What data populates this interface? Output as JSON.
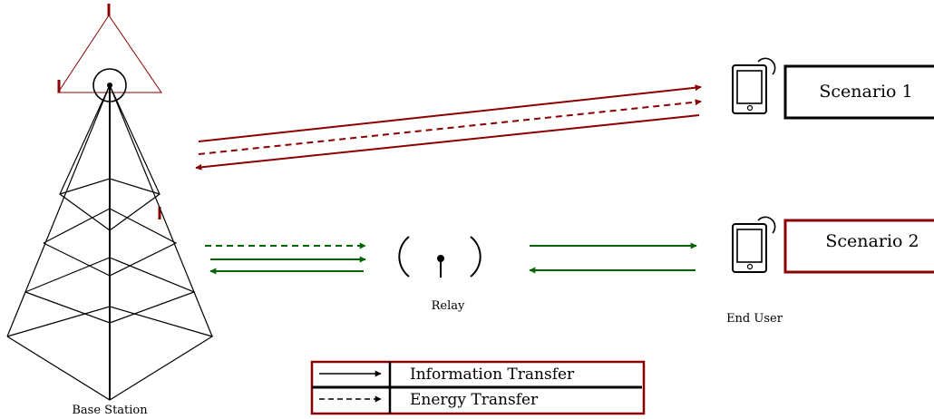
{
  "nodes": {
    "base_station": "Base Station",
    "relay": "Relay",
    "end_user": "End User"
  },
  "scenarios": {
    "s1": "Scenario 1",
    "s2": "Scenario 2"
  },
  "legend": {
    "info": "Information Transfer",
    "energy": "Energy Transfer"
  },
  "colors": {
    "scenario1": "#8b0000",
    "scenario2": "#006400",
    "ink": "#000000"
  }
}
